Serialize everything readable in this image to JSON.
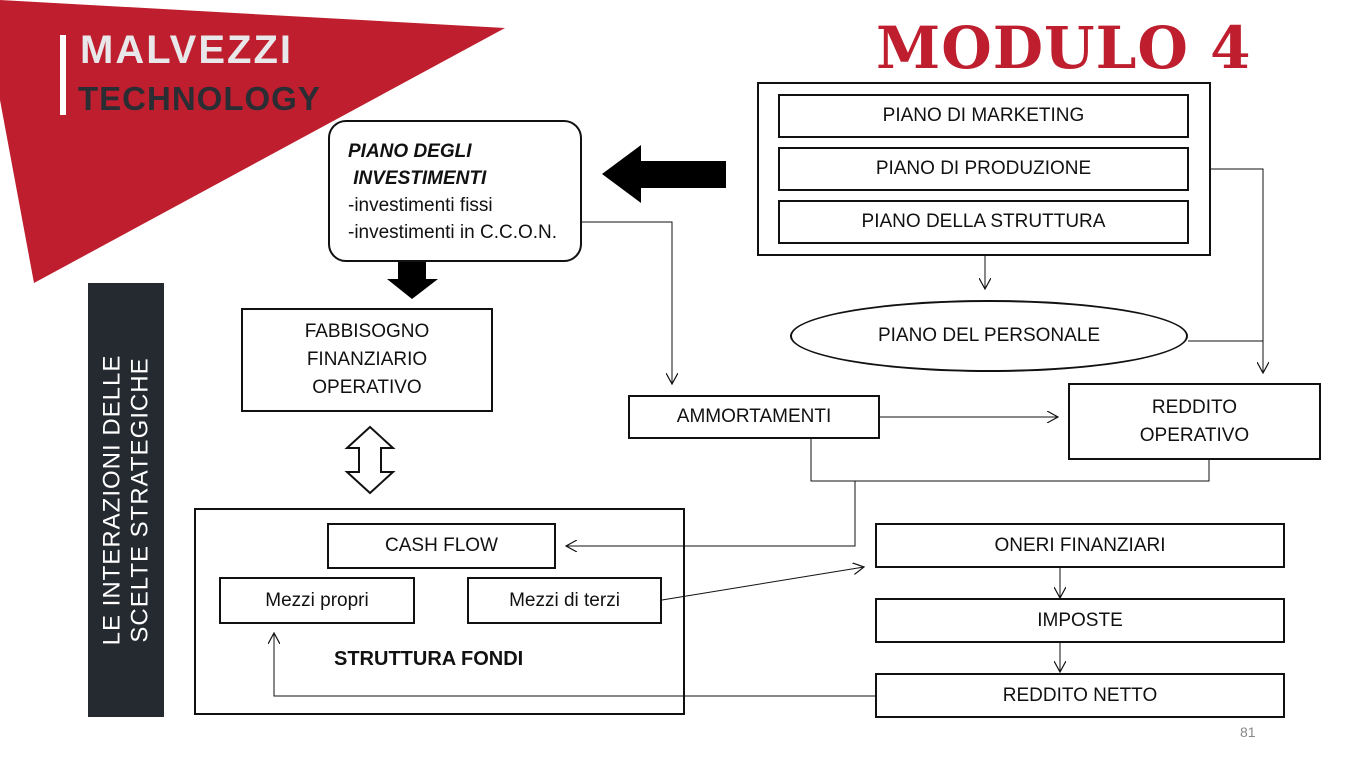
{
  "brand": {
    "line1": "MALVEZZI",
    "line2": "TECHNOLOGY",
    "accent_color": "#be1e2d"
  },
  "slide": {
    "title": "MODULO 4",
    "page_number": "81"
  },
  "sidebar": {
    "line1": "LE INTERAZIONI DELLE",
    "line2": "SCELTE STRATEGICHE"
  },
  "investments": {
    "title_line1": "PIANO DEGLI",
    "title_line2": " INVESTIMENTI",
    "item1": "-investimenti fissi",
    "item2": "-investimenti in C.C.O.N."
  },
  "plans": {
    "marketing": "PIANO DI MARKETING",
    "production": "PIANO DI PRODUZIONE",
    "structure": "PIANO DELLA STRUTTURA",
    "personnel": "PIANO DEL PERSONALE"
  },
  "financial_need": {
    "line1": "FABBISOGNO",
    "line2": "FINANZIARIO",
    "line3": "OPERATIVO"
  },
  "amortization": "AMMORTAMENTI",
  "operating_income": {
    "line1": "REDDITO",
    "line2": "OPERATIVO"
  },
  "fund_structure": {
    "cash_flow": "CASH FLOW",
    "own_funds": "Mezzi propri",
    "third_party_funds": "Mezzi di terzi",
    "label": "STRUTTURA FONDI"
  },
  "financial_charges": "ONERI FINANZIARI",
  "taxes": "IMPOSTE",
  "net_income": "REDDITO NETTO"
}
